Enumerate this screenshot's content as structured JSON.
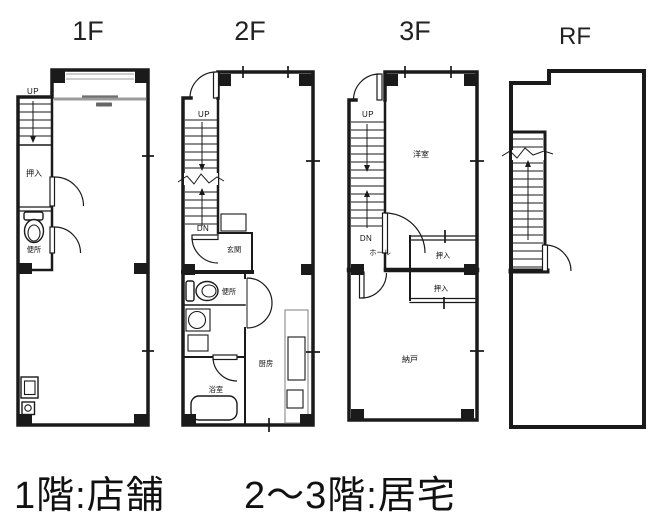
{
  "floors": {
    "f1": {
      "label": "1F",
      "up": "UP",
      "closet": "押入",
      "toilet": "便所"
    },
    "f2": {
      "label": "2F",
      "up": "UP",
      "down": "DN",
      "entrance": "玄関",
      "toilet": "便所",
      "bath": "浴室",
      "kitchen": "厨房"
    },
    "f3": {
      "label": "3F",
      "up": "UP",
      "down": "DN",
      "western_room": "洋室",
      "hall": "ホール",
      "closet_upper": "押入",
      "closet_lower": "押入",
      "storage": "納戸"
    },
    "rf": {
      "label": "RF"
    }
  },
  "captions": {
    "floor1_use": "1階:店舗",
    "floors2to3_use": "2〜3階:居宅"
  },
  "colors": {
    "line": "#1a1a1a",
    "storefront_gray": "#9b9b9b",
    "background": "#ffffff"
  }
}
